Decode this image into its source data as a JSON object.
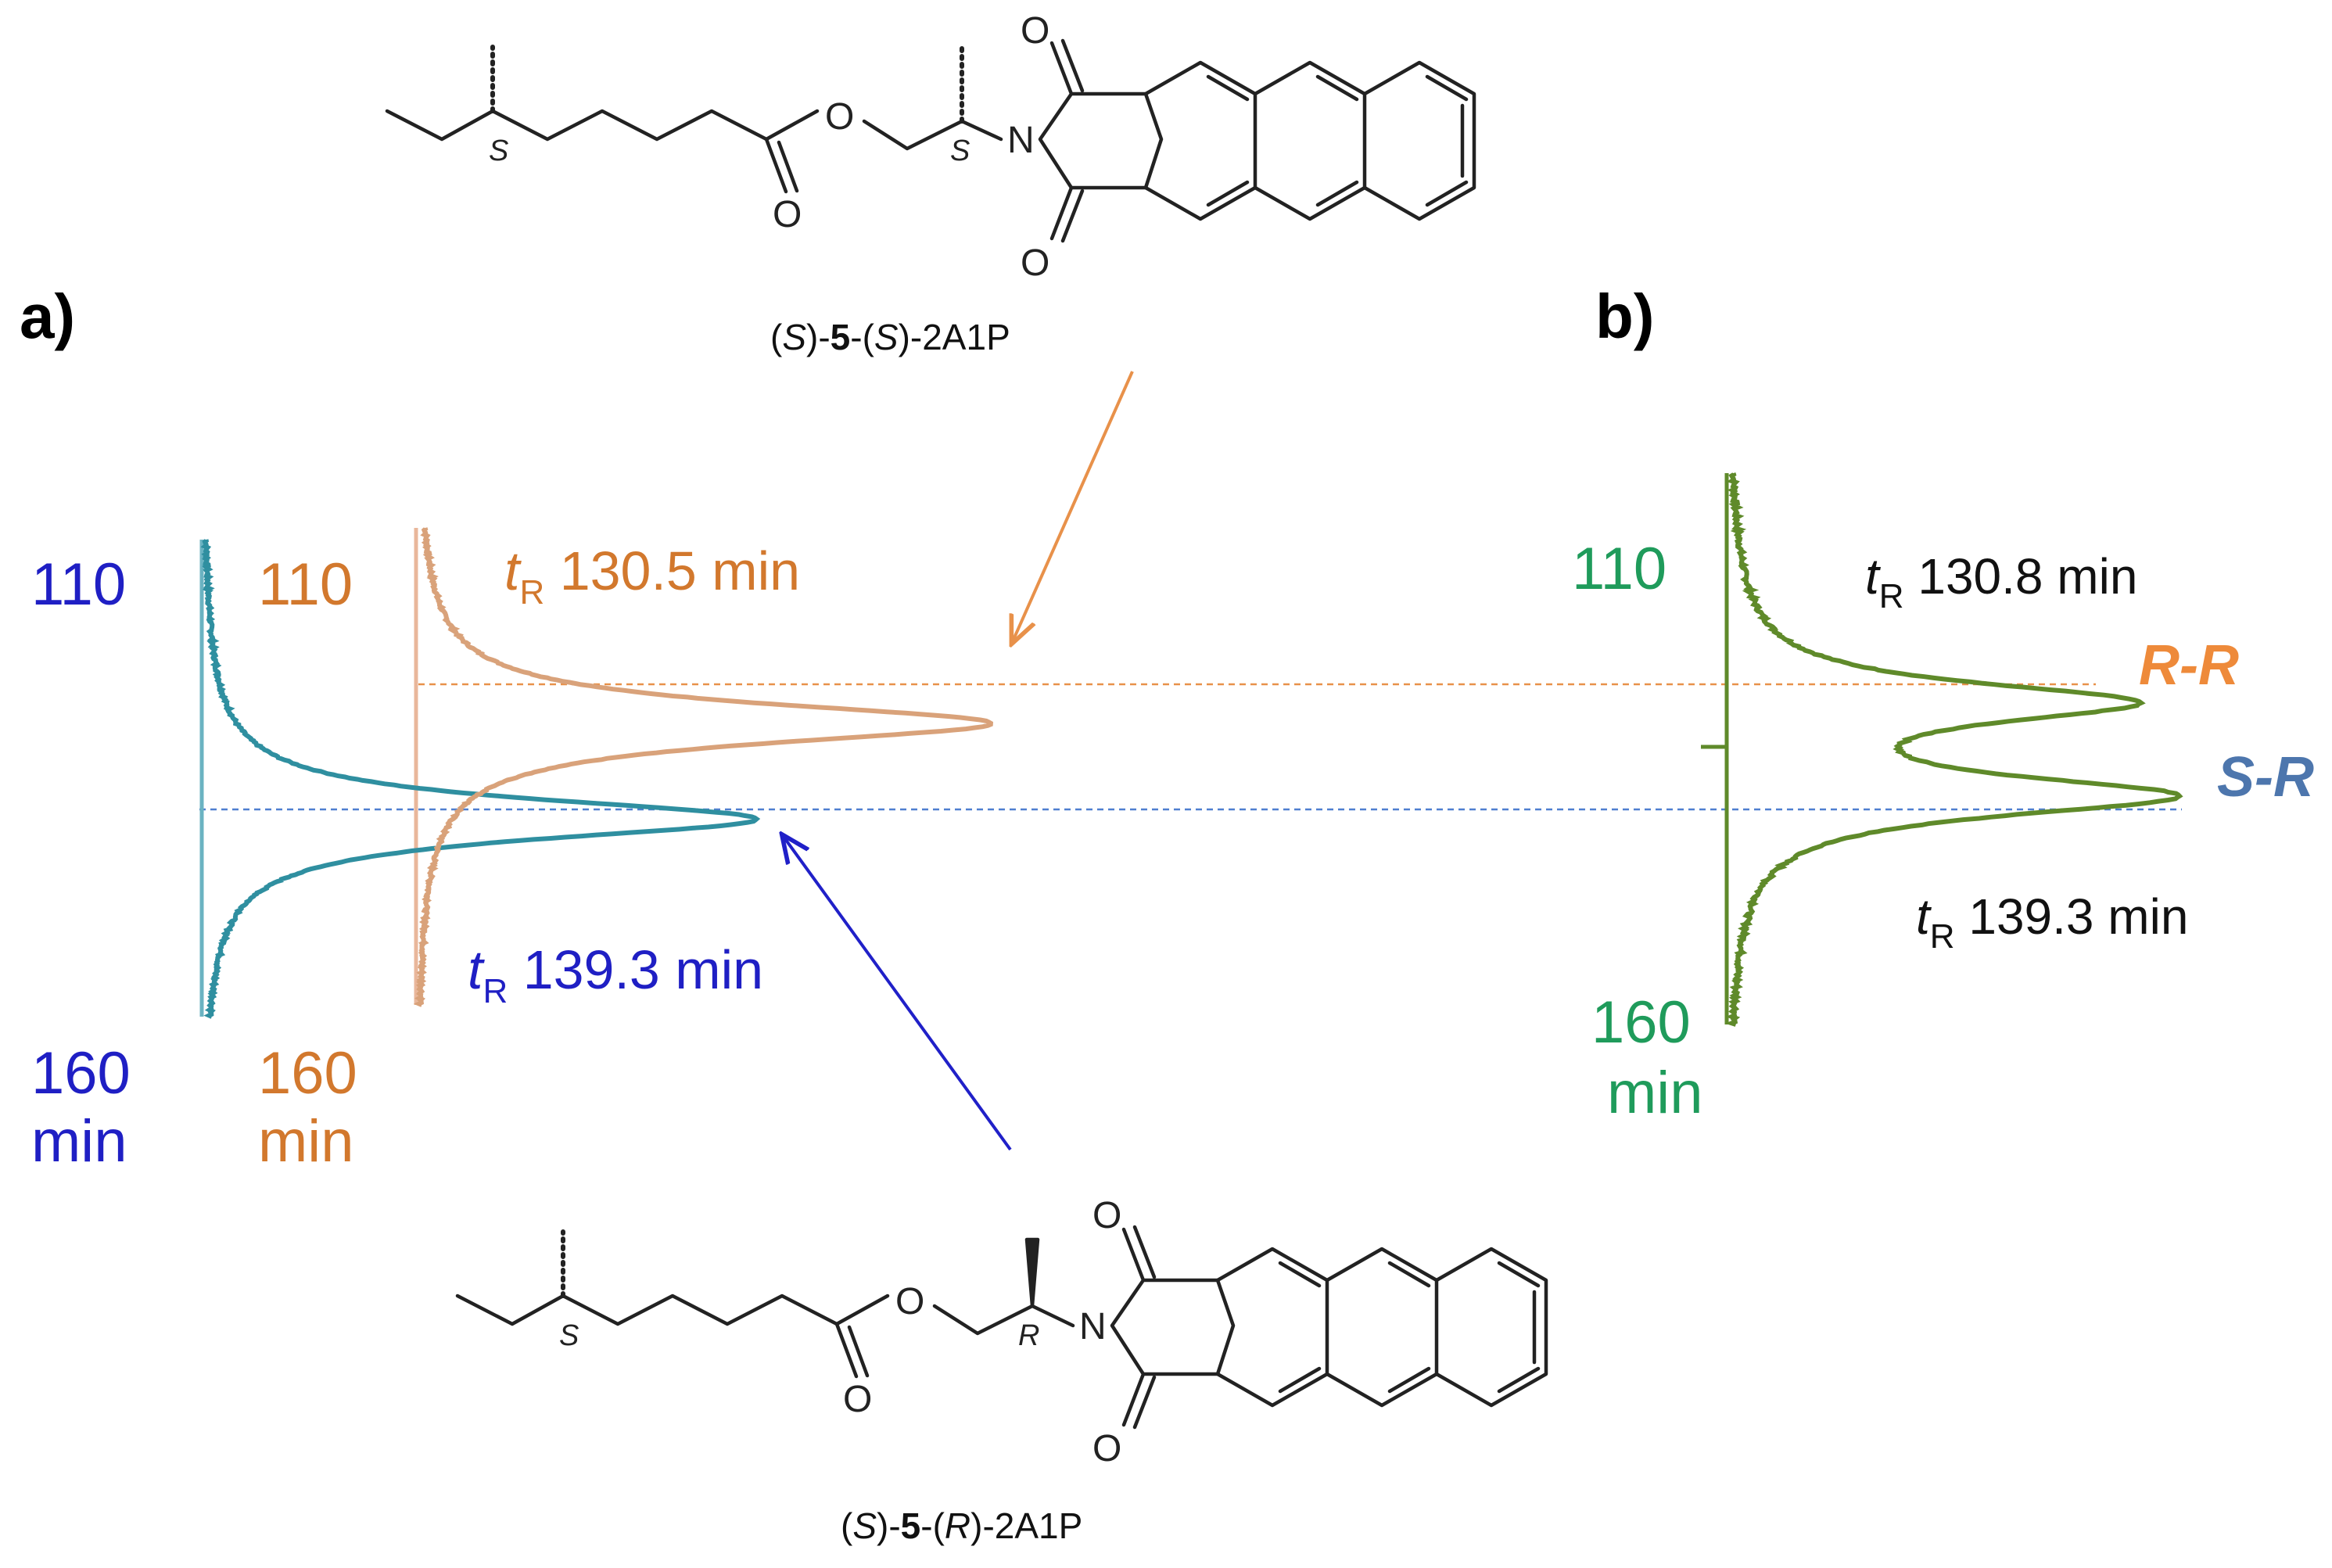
{
  "panel_a": {
    "label": "a)",
    "molecule_top_caption": [
      "(",
      "S",
      ")-",
      "5",
      "-(",
      "S",
      ")-2A1P"
    ],
    "molecule_bottom_caption": [
      "(",
      "S",
      ")-",
      "5",
      "-(",
      "R",
      ")-2A1P"
    ],
    "stereo_labels_top": [
      "S",
      "S"
    ],
    "stereo_labels_bottom": [
      "S",
      "R"
    ],
    "atom_labels": {
      "oxygen": "O",
      "nitrogen": "N"
    },
    "blue_axis": {
      "start": "110",
      "end": "160",
      "unit": "min"
    },
    "orange_axis": {
      "start": "110",
      "end": "160",
      "unit": "min"
    },
    "orange_peak": {
      "t": "t",
      "sub": "R",
      "value": "130.5 min"
    },
    "blue_peak": {
      "t": "t",
      "sub": "R",
      "value": "139.3 min"
    }
  },
  "panel_b": {
    "label": "b)",
    "axis": {
      "start": "110",
      "end": "160",
      "unit": "min"
    },
    "peak1": {
      "t": "t",
      "sub": "R",
      "value": "130.8 min",
      "name": "R-R"
    },
    "peak2": {
      "t": "t",
      "sub": "R",
      "value": "139.3 min",
      "name": "S-R"
    }
  },
  "colors": {
    "blue_text": "#1f1fc4",
    "orange_trace": "#d9a27a",
    "teal_trace": "#2f8fa0",
    "green_trace": "#5f8a2a",
    "orange_arrow": "#e8914a",
    "blue_arrow": "#2020c8"
  },
  "chart_data": [
    {
      "type": "line",
      "orientation": "time on vertical axis",
      "axis_range_min": [
        110,
        160
      ],
      "series": [
        {
          "peak_tR_min": 130.5,
          "color": "orange"
        },
        {
          "peak_tR_min": 139.3,
          "color": "teal"
        }
      ]
    },
    {
      "type": "line",
      "orientation": "time on vertical axis",
      "axis_range_min": [
        110,
        160
      ],
      "series": [
        {
          "name": "R-R",
          "peak_tR_min": 130.8,
          "color": "green"
        },
        {
          "name": "S-R",
          "peak_tR_min": 139.3,
          "color": "green"
        }
      ]
    }
  ]
}
